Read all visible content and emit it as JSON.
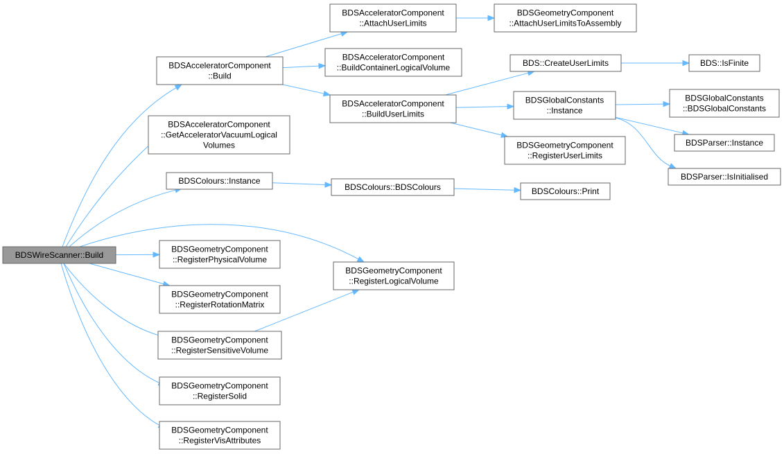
{
  "diagram": {
    "colors": {
      "edge": "#63b8ff",
      "node_border": "#666666",
      "root_fill": "#999999",
      "node_fill": "#ffffff"
    },
    "nodes": [
      {
        "id": "root",
        "lines": [
          "BDSWireScanner::Build"
        ],
        "root": true
      },
      {
        "id": "acc_build",
        "lines": [
          "BDSAcceleratorComponent",
          "::Build"
        ]
      },
      {
        "id": "acc_attach",
        "lines": [
          "BDSAcceleratorComponent",
          "::AttachUserLimits"
        ]
      },
      {
        "id": "geo_attach_asm",
        "lines": [
          "BDSGeometryComponent",
          "::AttachUserLimitsToAssembly"
        ]
      },
      {
        "id": "acc_container",
        "lines": [
          "BDSAcceleratorComponent",
          "::BuildContainerLogicalVolume"
        ]
      },
      {
        "id": "acc_buildul",
        "lines": [
          "BDSAcceleratorComponent",
          "::BuildUserLimits"
        ]
      },
      {
        "id": "bds_create_ul",
        "lines": [
          "BDS::CreateUserLimits"
        ]
      },
      {
        "id": "bds_isfinite",
        "lines": [
          "BDS::IsFinite"
        ]
      },
      {
        "id": "gc_instance",
        "lines": [
          "BDSGlobalConstants",
          "::Instance"
        ]
      },
      {
        "id": "gc_ctor",
        "lines": [
          "BDSGlobalConstants",
          "::BDSGlobalConstants"
        ]
      },
      {
        "id": "parser_instance",
        "lines": [
          "BDSParser::Instance"
        ]
      },
      {
        "id": "parser_isinit",
        "lines": [
          "BDSParser::IsInitialised"
        ]
      },
      {
        "id": "geo_reg_ul",
        "lines": [
          "BDSGeometryComponent",
          "::RegisterUserLimits"
        ]
      },
      {
        "id": "acc_vacuum",
        "lines": [
          "BDSAcceleratorComponent",
          "::GetAcceleratorVacuumLogical",
          "Volumes"
        ]
      },
      {
        "id": "col_instance",
        "lines": [
          "BDSColours::Instance"
        ]
      },
      {
        "id": "col_ctor",
        "lines": [
          "BDSColours::BDSColours"
        ]
      },
      {
        "id": "col_print",
        "lines": [
          "BDSColours::Print"
        ]
      },
      {
        "id": "geo_reg_phys",
        "lines": [
          "BDSGeometryComponent",
          "::RegisterPhysicalVolume"
        ]
      },
      {
        "id": "geo_reg_log",
        "lines": [
          "BDSGeometryComponent",
          "::RegisterLogicalVolume"
        ]
      },
      {
        "id": "geo_reg_rot",
        "lines": [
          "BDSGeometryComponent",
          "::RegisterRotationMatrix"
        ]
      },
      {
        "id": "geo_reg_sens",
        "lines": [
          "BDSGeometryComponent",
          "::RegisterSensitiveVolume"
        ]
      },
      {
        "id": "geo_reg_solid",
        "lines": [
          "BDSGeometryComponent",
          "::RegisterSolid"
        ]
      },
      {
        "id": "geo_reg_vis",
        "lines": [
          "BDSGeometryComponent",
          "::RegisterVisAttributes"
        ]
      }
    ],
    "edges": [
      {
        "from": "root",
        "to": "acc_build"
      },
      {
        "from": "root",
        "to": "acc_vacuum"
      },
      {
        "from": "root",
        "to": "col_instance"
      },
      {
        "from": "root",
        "to": "geo_reg_log"
      },
      {
        "from": "root",
        "to": "geo_reg_phys"
      },
      {
        "from": "root",
        "to": "geo_reg_rot"
      },
      {
        "from": "root",
        "to": "geo_reg_sens"
      },
      {
        "from": "root",
        "to": "geo_reg_solid"
      },
      {
        "from": "root",
        "to": "geo_reg_vis"
      },
      {
        "from": "acc_build",
        "to": "acc_attach"
      },
      {
        "from": "acc_build",
        "to": "acc_container"
      },
      {
        "from": "acc_build",
        "to": "acc_buildul"
      },
      {
        "from": "acc_attach",
        "to": "geo_attach_asm"
      },
      {
        "from": "acc_buildul",
        "to": "bds_create_ul"
      },
      {
        "from": "acc_buildul",
        "to": "gc_instance"
      },
      {
        "from": "acc_buildul",
        "to": "geo_reg_ul"
      },
      {
        "from": "bds_create_ul",
        "to": "bds_isfinite"
      },
      {
        "from": "gc_instance",
        "to": "gc_ctor"
      },
      {
        "from": "gc_instance",
        "to": "parser_instance"
      },
      {
        "from": "gc_instance",
        "to": "parser_isinit"
      },
      {
        "from": "col_instance",
        "to": "col_ctor"
      },
      {
        "from": "col_ctor",
        "to": "col_print"
      },
      {
        "from": "geo_reg_sens",
        "to": "geo_reg_log"
      }
    ]
  }
}
